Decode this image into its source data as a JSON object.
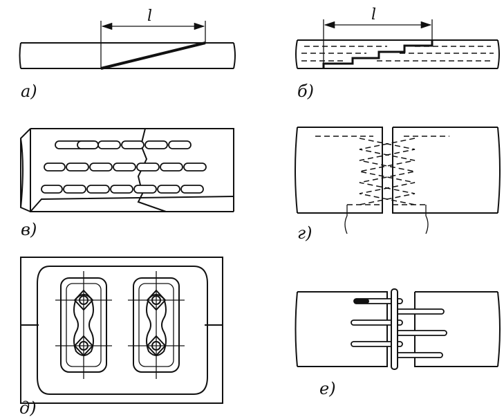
{
  "figures": {
    "a": {
      "label": "а)",
      "dimension_label": "l"
    },
    "b": {
      "label": "б)",
      "dimension_label": "l"
    },
    "v": {
      "label": "в)"
    },
    "g": {
      "label": "г)"
    },
    "d": {
      "label": "д)"
    },
    "e": {
      "label": "е)"
    }
  },
  "colors": {
    "ink": "#111111",
    "paper": "#ffffff"
  }
}
